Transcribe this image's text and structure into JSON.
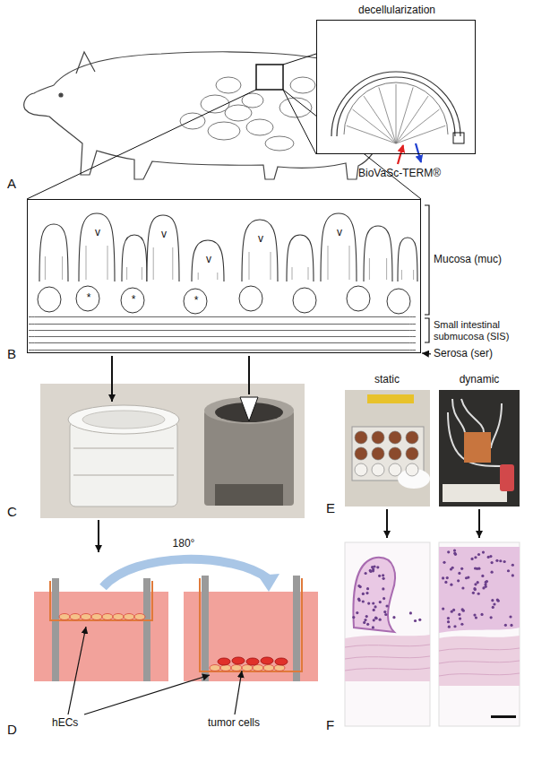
{
  "diagram": {
    "nodes": [
      {
        "text": [
          "decellularization"
        ]
      },
      {
        "text": [
          "v",
          "v",
          "v",
          "v",
          "v",
          "*",
          "*",
          "*"
        ]
      },
      {
        "text": [
          "static"
        ]
      },
      {
        "text": [
          "dynamic"
        ]
      }
    ],
    "labels": [
      "A",
      "BioVaSc-TERM®",
      "Mucosa (muc)",
      "Small intestinal submucosa (SIS)",
      "Serosa (ser)",
      "B",
      "C",
      "180°",
      "hECs",
      "tumor cells",
      "D",
      "E",
      "F"
    ]
  }
}
